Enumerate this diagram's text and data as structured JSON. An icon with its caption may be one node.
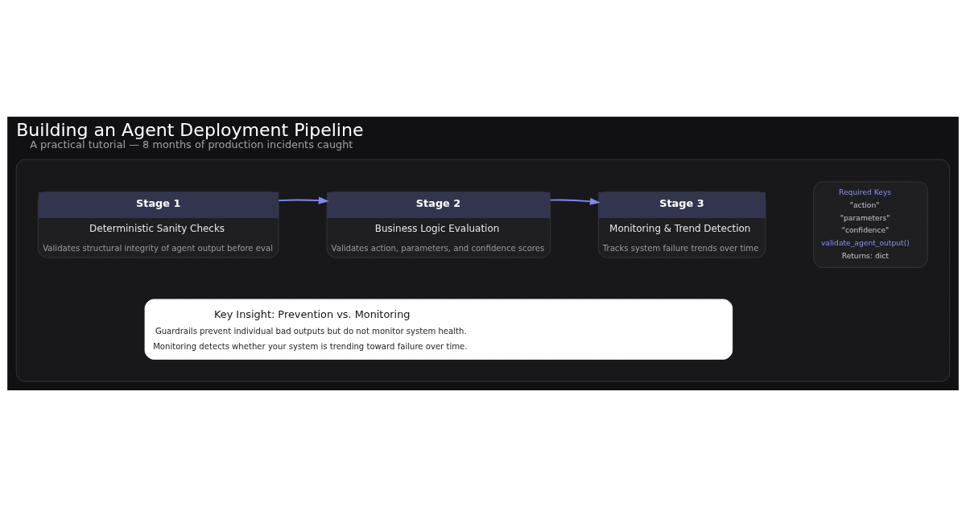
{
  "diagram": {
    "title": "Building an Agent Deployment Pipeline",
    "caption": "A practical tutorial — 8 months of production incidents caught",
    "nodes": [
      {
        "text": [],
        "shape": "box"
      },
      {
        "text": [
          "Stage 1",
          "Deterministic Sanity Checks",
          "Validates structural integrity of agent output before eval"
        ],
        "in": 0
      },
      {
        "text": [
          "Stage 2",
          "Business Logic Evaluation",
          "Validates action, parameters, and confidence scores"
        ],
        "in": 0
      },
      {
        "text": [
          "Stage 3",
          "Monitoring & Trend Detection",
          "Tracks system failure trends over time"
        ],
        "in": 0
      },
      {
        "text": [
          "Required Keys",
          "\"action\"",
          "\"parameters\"",
          "\"confidence\"",
          "validate_agent_output()",
          "Returns: dict"
        ],
        "in": 0
      },
      {
        "text": [
          "Key Insight: Prevention vs. Monitoring",
          "Guardrails prevent individual bad outputs but do not monitor system health.",
          "Monitoring detects whether your system is trending toward failure over time."
        ],
        "in": 0
      }
    ],
    "edges": [
      {
        "from": 1,
        "to": 2,
        "arrow": "to"
      },
      {
        "from": 2,
        "to": 3,
        "arrow": "to"
      }
    ]
  }
}
